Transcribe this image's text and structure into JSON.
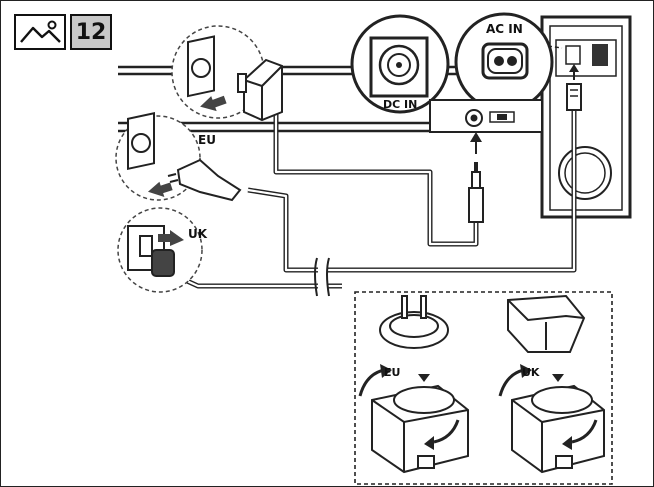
{
  "header": {
    "step_number": "12",
    "icon": "image-icon"
  },
  "labels": {
    "ac_in": "AC IN",
    "dc_in": "DC IN",
    "eu_socket": "EU",
    "uk_socket": "UK",
    "eu_plug_swap": "EU",
    "uk_plug_swap": "UK"
  },
  "colors": {
    "line": "#111111",
    "badge_fill": "#c8c8c8"
  }
}
